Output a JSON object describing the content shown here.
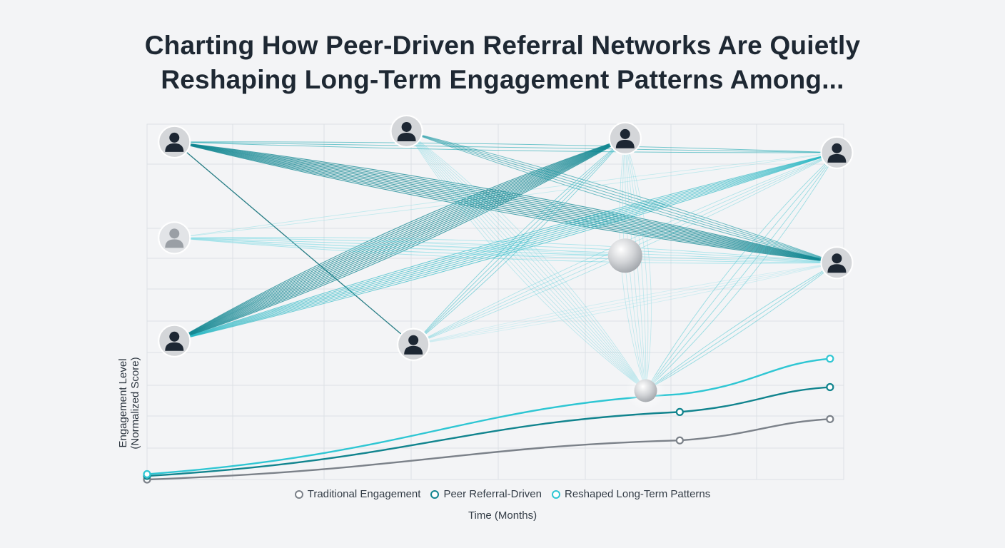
{
  "title": {
    "line1": "Charting How Peer-Driven Referral Networks Are Quietly",
    "line2": "Reshaping Long-Term Engagement Patterns Among..."
  },
  "chart_data": {
    "type": "line",
    "xlabel": "Time (Months)",
    "ylabel_line1": "Engagement Level",
    "ylabel_line2": "(Normalized Score)",
    "grid": true,
    "legend_position": "bottom",
    "series": [
      {
        "name": "Traditional Engagement",
        "color": "#7b8189",
        "points": [
          [
            0,
            0.0
          ],
          [
            7.8,
            0.11
          ],
          [
            10,
            0.17
          ]
        ],
        "marker_indices": [
          0,
          1,
          2
        ]
      },
      {
        "name": "Peer Referral-Driven",
        "color": "#11848e",
        "points": [
          [
            0,
            0.01
          ],
          [
            7.8,
            0.19
          ],
          [
            10,
            0.26
          ]
        ],
        "marker_indices": [
          0,
          1,
          2
        ]
      },
      {
        "name": "Reshaped Long-Term Patterns",
        "color": "#2ec6d3",
        "points": [
          [
            0,
            0.015
          ],
          [
            7.8,
            0.24
          ],
          [
            10,
            0.34
          ]
        ],
        "marker_indices": [
          0,
          2
        ]
      }
    ],
    "network": {
      "nodes": [
        {
          "id": "a",
          "x": 0.4,
          "y": 0.95,
          "kind": "person",
          "tone": "dark"
        },
        {
          "id": "b",
          "x": 0.4,
          "y": 0.68,
          "kind": "person",
          "tone": "faded"
        },
        {
          "id": "c",
          "x": 0.4,
          "y": 0.39,
          "kind": "person",
          "tone": "dark"
        },
        {
          "id": "d",
          "x": 3.8,
          "y": 0.98,
          "kind": "person",
          "tone": "dark"
        },
        {
          "id": "e",
          "x": 3.9,
          "y": 0.38,
          "kind": "person",
          "tone": "dark"
        },
        {
          "id": "f",
          "x": 7.0,
          "y": 0.96,
          "kind": "person",
          "tone": "dark"
        },
        {
          "id": "g",
          "x": 7.0,
          "y": 0.63,
          "kind": "sphere"
        },
        {
          "id": "h",
          "x": 7.3,
          "y": 0.25,
          "kind": "sphere"
        },
        {
          "id": "i",
          "x": 10.1,
          "y": 0.92,
          "kind": "person",
          "tone": "dark"
        },
        {
          "id": "j",
          "x": 10.1,
          "y": 0.61,
          "kind": "person",
          "tone": "dark"
        }
      ],
      "bundles": [
        {
          "from": "a",
          "to": "j",
          "count": 12,
          "color": "#0f8690",
          "opacity": 0.75,
          "width": 1.1,
          "fan": 26
        },
        {
          "from": "a",
          "to": "e",
          "count": 1,
          "color": "#0f6f78",
          "opacity": 0.9,
          "width": 1.3,
          "fan": 0
        },
        {
          "from": "a",
          "to": "i",
          "count": 3,
          "color": "#1aa6b1",
          "opacity": 0.6,
          "width": 1.0,
          "fan": 8
        },
        {
          "from": "c",
          "to": "f",
          "count": 14,
          "color": "#0f8690",
          "opacity": 0.75,
          "width": 1.1,
          "fan": 30
        },
        {
          "from": "c",
          "to": "i",
          "count": 8,
          "color": "#22b6c2",
          "opacity": 0.65,
          "width": 1.0,
          "fan": 18
        },
        {
          "from": "b",
          "to": "j",
          "count": 6,
          "color": "#5fd4df",
          "opacity": 0.5,
          "width": 0.9,
          "fan": 22
        },
        {
          "from": "b",
          "to": "g",
          "count": 4,
          "color": "#8fe0e8",
          "opacity": 0.5,
          "width": 0.8,
          "fan": 12
        },
        {
          "from": "d",
          "to": "h",
          "count": 10,
          "color": "#6fd3dd",
          "opacity": 0.45,
          "width": 0.8,
          "fan": 40
        },
        {
          "from": "d",
          "to": "j",
          "count": 5,
          "color": "#1596a1",
          "opacity": 0.6,
          "width": 1.0,
          "fan": 14
        },
        {
          "from": "f",
          "to": "h",
          "count": 8,
          "color": "#7ad6df",
          "opacity": 0.45,
          "width": 0.8,
          "fan": 36
        },
        {
          "from": "f",
          "to": "e",
          "count": 4,
          "color": "#2ab7c3",
          "opacity": 0.55,
          "width": 0.9,
          "fan": 14
        },
        {
          "from": "i",
          "to": "h",
          "count": 4,
          "color": "#3cc3ce",
          "opacity": 0.5,
          "width": 0.9,
          "fan": 26
        },
        {
          "from": "i",
          "to": "e",
          "count": 4,
          "color": "#53cbd6",
          "opacity": 0.45,
          "width": 0.8,
          "fan": 16
        },
        {
          "from": "e",
          "to": "j",
          "count": 4,
          "color": "#9fe3ea",
          "opacity": 0.45,
          "width": 0.8,
          "fan": 12
        },
        {
          "from": "h",
          "to": "j",
          "count": 3,
          "color": "#2fbfcb",
          "opacity": 0.5,
          "width": 0.9,
          "fan": 10
        },
        {
          "from": "b",
          "to": "i",
          "count": 2,
          "color": "#7fdbe3",
          "opacity": 0.45,
          "width": 0.8,
          "fan": 6
        }
      ]
    }
  },
  "colors": {
    "traditional": "#7b8189",
    "peer": "#11848e",
    "reshaped": "#2ec6d3",
    "grid": "#dde1e5",
    "background": "#f3f4f6"
  }
}
